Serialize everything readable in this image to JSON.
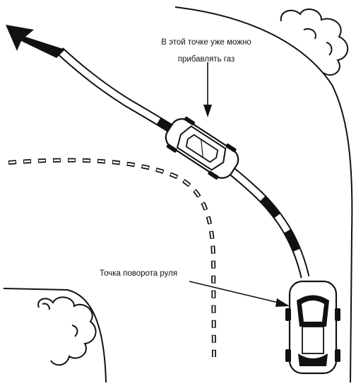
{
  "labels": {
    "gas_line1": "В этой точке уже можно",
    "gas_line2": "прибавлять газ",
    "turn_point": "Точка поворота руля"
  }
}
